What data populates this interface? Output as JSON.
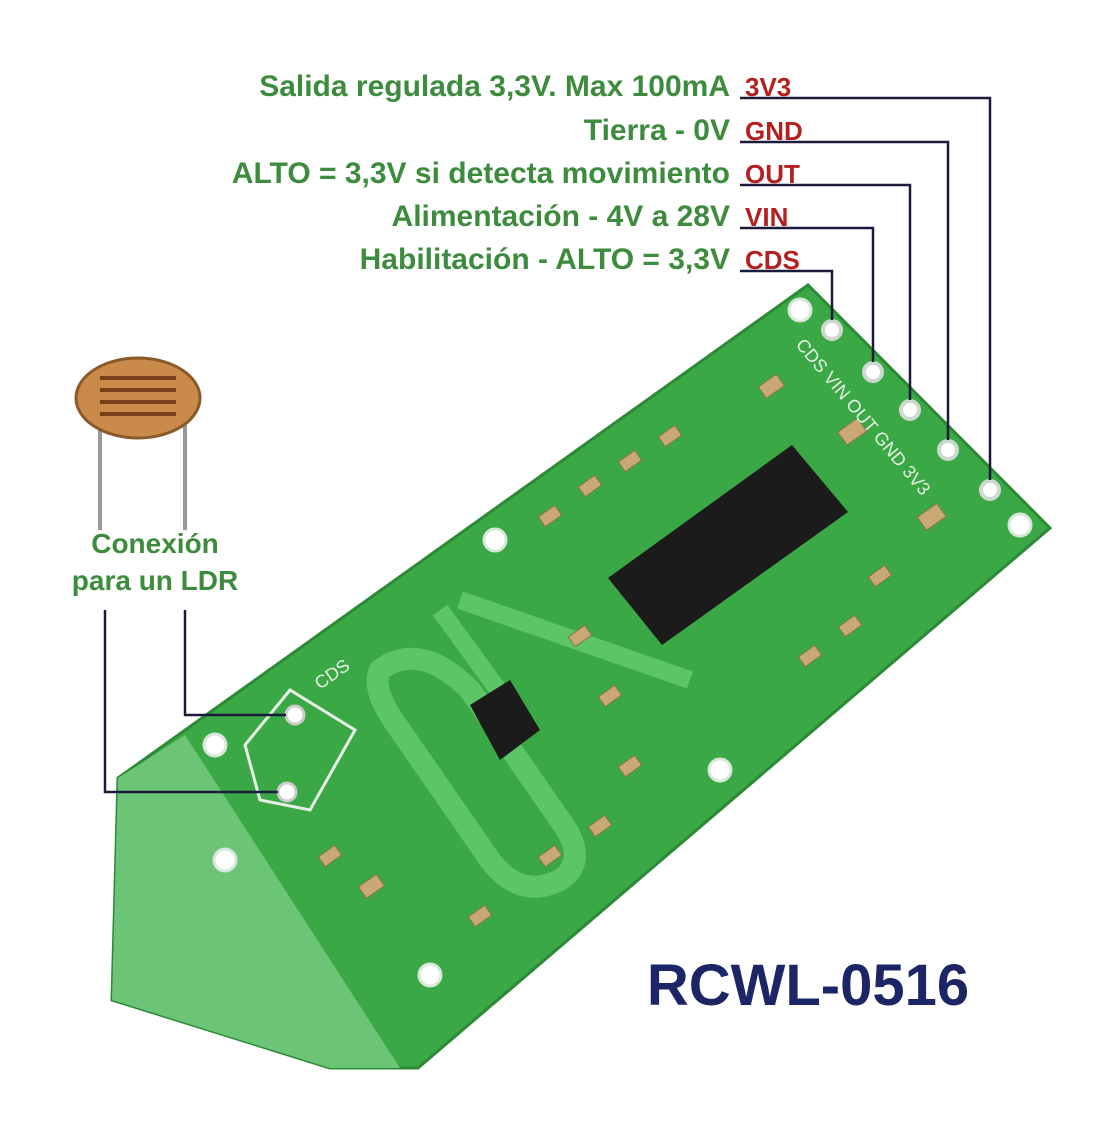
{
  "pins": [
    {
      "name": "3V3",
      "description": "Salida regulada 3,3V. Max 100mA"
    },
    {
      "name": "GND",
      "description": "Tierra - 0V"
    },
    {
      "name": "OUT",
      "description": "ALTO = 3,3V si detecta movimiento"
    },
    {
      "name": "VIN",
      "description": "Alimentación - 4V a 28V"
    },
    {
      "name": "CDS",
      "description": "Habilitación - ALTO = 3,3V"
    }
  ],
  "ldr_label": {
    "line1": "Conexión",
    "line2": "para un LDR"
  },
  "board": {
    "model": "RCWL-0516",
    "silkscreen_pins": "CDS VIN OUT GND 3V3",
    "silkscreen_cds": "CDS"
  },
  "colors": {
    "label_green": "#3d8b3d",
    "pin_red": "#b3201f",
    "line": "#1a1a3a",
    "pcb": "#3fae48",
    "title": "#1c2566"
  }
}
